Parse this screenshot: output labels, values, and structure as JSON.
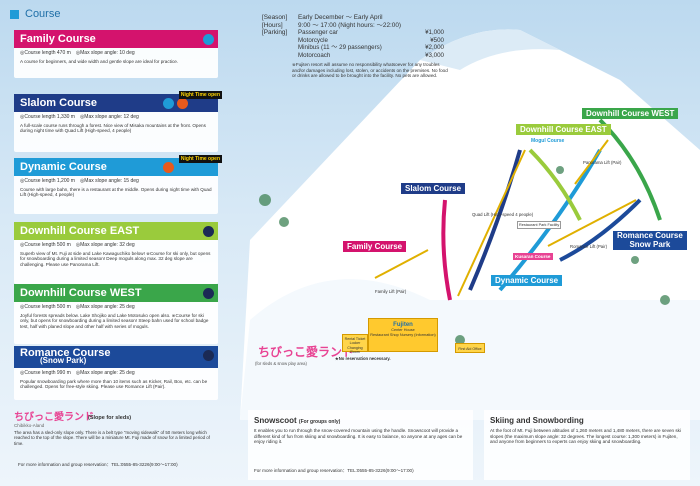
{
  "header": {
    "title": "Course"
  },
  "colors": {
    "family": "#d4136d",
    "slalom": "#1f3c88",
    "dynamic": "#1f9bd7",
    "downhill_east": "#9acb3c",
    "downhill_west": "#3aa64a",
    "romance": "#1c4a9a",
    "lift": "#e0b000",
    "accent_pink": "#e84393"
  },
  "courses": [
    {
      "title": "Family Course",
      "spec": "◎Course length 470 m　◎Max slope angle: 10 deg",
      "desc": "A course for beginners, and wide width and gentle slope are ideal for practice.",
      "icons": [
        "beginner-icon"
      ],
      "night": ""
    },
    {
      "title": "Slalom Course",
      "spec": "◎Course length 1,330 m　◎Max slope angle: 12 deg",
      "desc": "A full-scale course runs through a forest. Nice view of Misaka mountains at the front. Opens during night time with Quad Lift (High-speed, 4 people)",
      "icons": [
        "beginner-icon",
        "intermediate-icon"
      ],
      "night": "Night Time open"
    },
    {
      "title": "Dynamic Course",
      "spec": "◎Course length 1,200 m　◎Max slope angle: 15 deg",
      "desc": "Course with large bahn, there is a restaurant at the middle. Opens during night time with Quad Lift (High-speed, 4 people)",
      "icons": [
        "intermediate-icon"
      ],
      "night": "Night Time open"
    },
    {
      "title": "Downhill Course EAST",
      "spec": "◎Course length 500 m　◎Max slope angle: 32 deg",
      "desc": "Superb view of Mt. Fuji at side and Lake Kawaguchiko below! ※Course for ski only, but opens for snowboarding during a limited season! Deep moguls along max. 32 deg slope are challenging. Please use Panorama Lift.",
      "icons": [
        "advanced-icon"
      ],
      "night": ""
    },
    {
      "title": "Downhill Course WEST",
      "spec": "◎Course length 500 m　◎Max slope angle: 25 deg",
      "desc": "Joyful forests spreads below. Lake Shojiko and Lake Motosuko open also. ※Course for ski only, but opens for snowboarding during a limited season! Steep bahn used for school badge test, half with planed slope and other half with series of moguls.",
      "icons": [
        "advanced-icon"
      ],
      "night": ""
    },
    {
      "title": "Romance Course",
      "subtitle": "(Snow Park)",
      "spec": "◎Course length 990 m　◎Max slope angle: 25 deg",
      "desc": "Popular snowboarding park where more than 10 items such as Kicker, Rail, Box, etc. can be challenged. Opens for free-style skiing. Please use Romance Lift (Pair).",
      "icons": [
        "advanced-icon"
      ],
      "night": ""
    }
  ],
  "sled": {
    "logo": "ちびっこ愛ランド",
    "logo_sub": "Chibikko-Aland",
    "label": "(Slope for sleds)",
    "desc": "The area has a sled-only slope only. There is a belt type \"moving sidewalk\" of 50 meters long which reached to the top of the slope. There will be a miniature Mt. Fuji made of snow for a limited period of time."
  },
  "contact_left": "For more information and group reservation：TEL:0555-85-3226(9:00～17:00)",
  "info": {
    "season_k": "[Season]",
    "season_v": "Early December ～ Early April",
    "hours_k": "[Hours]",
    "hours_v": "9:00 ～ 17:00 (Night hours: ～22:00)",
    "parking_k": "[Parking]",
    "parking": [
      {
        "type": "Passenger car",
        "fee": "¥1,000"
      },
      {
        "type": "Motorcycle",
        "fee": "¥500"
      },
      {
        "type": "Minibus (11 ～ 29 passengers)",
        "fee": "¥2,000"
      },
      {
        "type": "Motorcoach",
        "fee": "¥3,000"
      }
    ],
    "notice": "※Fujiten resort will assume no responsibility whatsoever for any troubles and/or damages including lost, stolen, or accidents on the premises. No food or drinks are allowed to be brought into the facility. No pets are allowed."
  },
  "map": {
    "downhill_west": "Downhill Course WEST",
    "downhill_east": "Downhill Course EAST",
    "slalom": "Slalom Course",
    "family": "Family Course",
    "dynamic": "Dynamic Course",
    "romance_1": "Romance Course",
    "romance_2": "Snow Park",
    "mogul": "Mogul Course",
    "kusaran": "Kusaran Course",
    "park_facility": "Restaurant Park Facility",
    "panorama_lift": "Panorama Lift (Pair)",
    "quad_lift": "Quad Lift (High-speed 4 people)",
    "family_lift": "Family Lift (Pair)",
    "romance_lift": "Romance Lift (Pair)",
    "chibi_logo": "ちびっこ愛ランド",
    "chibi_sub": "(for sleds & snow play area)",
    "fujiten": "Fujiten",
    "center_house": "Center House",
    "center_house_sub": "Restaurant Shop Nursery (Information)",
    "rental": "Rental Ticket Locker Changing Room",
    "first_aid": "First Aid Office",
    "reservation": "★No reservation necessary."
  },
  "snowscoot": {
    "title": "Snowscoot",
    "title_sub": "(For groups only)",
    "desc": "It enables you to run through the snow-covered mountain using the handle. Snowscoot will provide a different kind of fun from skiing and snowboarding. It is easy to balance, so anyone at any ages can be enjoy riding it.",
    "contact": "For more information and group reservation：TEL:0555-85-3226(9:00～17:00)"
  },
  "skiing": {
    "title": "Skiing and Snowbording",
    "desc": "At the foot of Mt. Fuji between altitudes of 1,260 meters and 1,480 meters, there are seven ski slopes (the maximum slope angle: 32 degrees. The longest course: 1,300 meters) in Fujiten, and anyone from beginners to experts can enjoy skiing and snowboarding."
  }
}
